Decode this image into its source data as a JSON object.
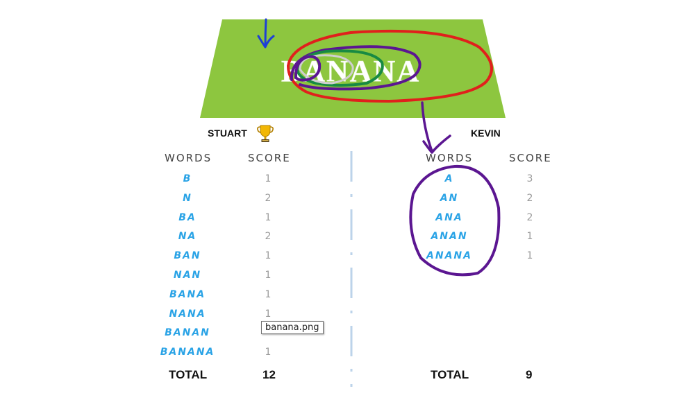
{
  "banner": {
    "word": "BANANA",
    "green": "#8dc63f",
    "letter_color": "#ffffff"
  },
  "stuart": {
    "name": "STUART",
    "words_header": "WORDS",
    "score_header": "SCORE",
    "words": [
      "B",
      "N",
      "BA",
      "NA",
      "BAN",
      "NAN",
      "BANA",
      "NANA",
      "BANAN",
      "BANANA"
    ],
    "scores": [
      "1",
      "2",
      "1",
      "2",
      "1",
      "1",
      "1",
      "1",
      "",
      "1"
    ],
    "total_label": "TOTAL",
    "total": "12",
    "trophy_icon": "trophy-icon"
  },
  "kevin": {
    "name": "KEVIN",
    "words_header": "WORDS",
    "score_header": "SCORE",
    "words": [
      "A",
      "AN",
      "ANA",
      "ANAN",
      "ANANA"
    ],
    "scores": [
      "3",
      "2",
      "2",
      "1",
      "1"
    ],
    "total_label": "TOTAL",
    "total": "9"
  },
  "tooltip": {
    "text": "banana.png"
  },
  "colors": {
    "word_blue": "#2aa3e6",
    "score_gray": "#9a9a9a",
    "annotation_red": "#e0201c",
    "annotation_purple": "#5b1691",
    "annotation_green": "#188a43",
    "annotation_blue": "#1d3fd6",
    "annotation_gray": "#cfcfcf"
  }
}
